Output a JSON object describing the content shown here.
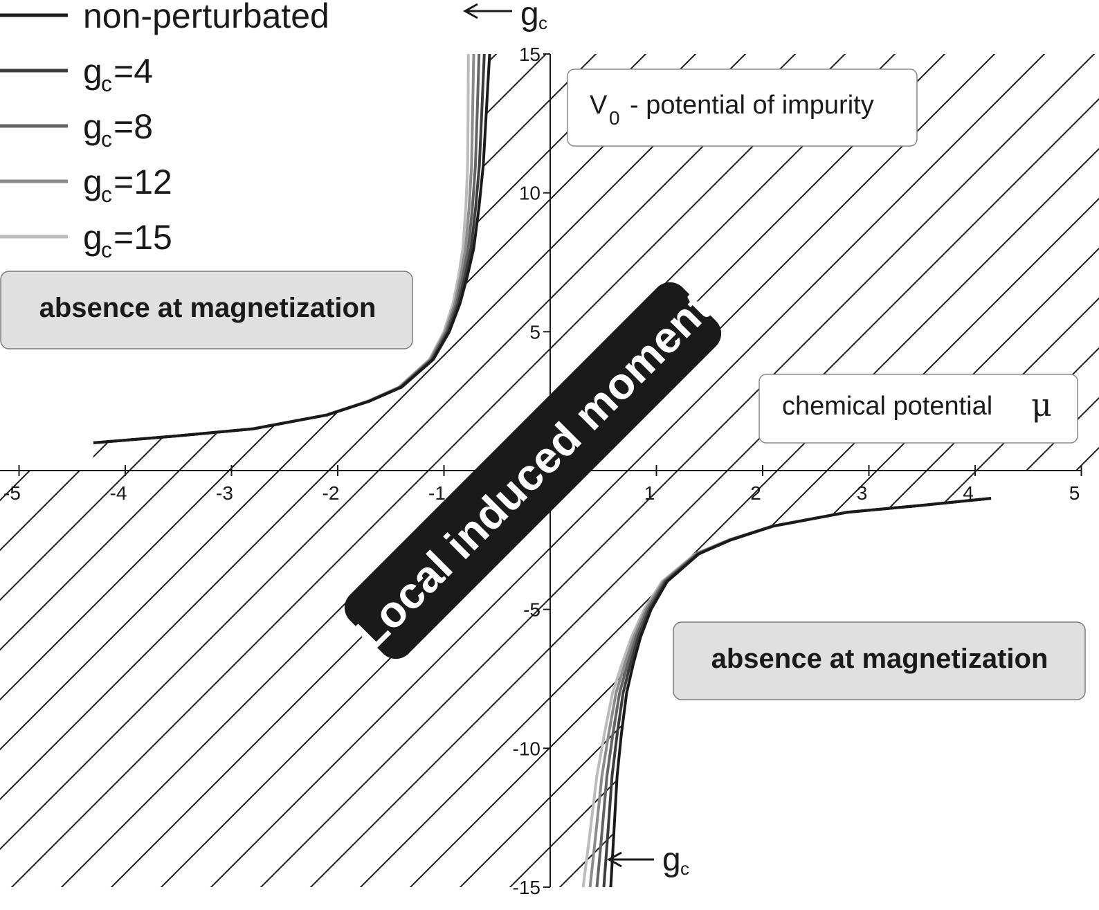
{
  "chart_data": {
    "type": "line",
    "title": "",
    "xlabel": "chemical potential",
    "xlabel_symbol": "μ",
    "ylabel_symbol": "V",
    "ylabel_subscript": "0",
    "ylabel_text": "- potential of impurity",
    "xlim": [
      -5,
      5
    ],
    "ylim": [
      -15,
      15
    ],
    "x_ticks": [
      -5,
      -4,
      -3,
      -2,
      -1,
      1,
      2,
      3,
      4,
      5
    ],
    "x_tick_labels": [
      "-5",
      "-4",
      "-3",
      "-2",
      "-1",
      "1",
      "2",
      "3",
      "4",
      "5"
    ],
    "y_ticks": [
      -15,
      -10,
      -5,
      5,
      10,
      15
    ],
    "y_tick_labels": [
      "-15",
      "-10",
      "-5",
      "5",
      "10",
      "15"
    ],
    "grid": false,
    "legend_position": "top-left",
    "series": [
      {
        "name": "non-perturbated",
        "color": "#1a1a1a",
        "offset": 0.0
      },
      {
        "name": "gc=4",
        "name_base": "g",
        "name_sub": "c",
        "name_suffix": "=4",
        "color": "#3c3c3c",
        "offset": 0.05
      },
      {
        "name": "gc=8",
        "name_base": "g",
        "name_sub": "c",
        "name_suffix": "=8",
        "color": "#646464",
        "offset": 0.1
      },
      {
        "name": "gc=12",
        "name_base": "g",
        "name_sub": "c",
        "name_suffix": "=12",
        "color": "#8c8c8c",
        "offset": 0.15
      },
      {
        "name": "gc=15",
        "name_base": "g",
        "name_sub": "c",
        "name_suffix": "=15",
        "color": "#bcbcbc",
        "offset": 0.2
      }
    ],
    "upper_branch_base": {
      "x": [
        -4.3,
        -3.5,
        -2.8,
        -2.1,
        -1.7,
        -1.4,
        -1.1,
        -0.95,
        -0.85,
        -0.78,
        -0.72,
        -0.67,
        -0.63,
        -0.6,
        -0.57
      ],
      "y": [
        1.0,
        1.25,
        1.5,
        2.0,
        2.5,
        3.0,
        4.0,
        5.0,
        6.0,
        7.0,
        8.0,
        9.5,
        11.0,
        13.0,
        15.0
      ]
    },
    "lower_branch_base": {
      "x": [
        0.57,
        0.6,
        0.63,
        0.67,
        0.72,
        0.78,
        0.85,
        0.95,
        1.1,
        1.4,
        1.7,
        2.1,
        2.8,
        3.5,
        4.15
      ],
      "y": [
        -15.0,
        -13.0,
        -11.0,
        -9.5,
        -8.0,
        -7.0,
        -6.0,
        -5.0,
        -4.0,
        -3.0,
        -2.5,
        -2.0,
        -1.5,
        -1.25,
        -1.0
      ]
    },
    "annotations": {
      "band_label": "Local induced moment",
      "region_label_upper": "absence at magnetization",
      "region_label_lower": "absence at magnetization",
      "arrow_label_base": "g",
      "arrow_label_sub": "c"
    }
  }
}
